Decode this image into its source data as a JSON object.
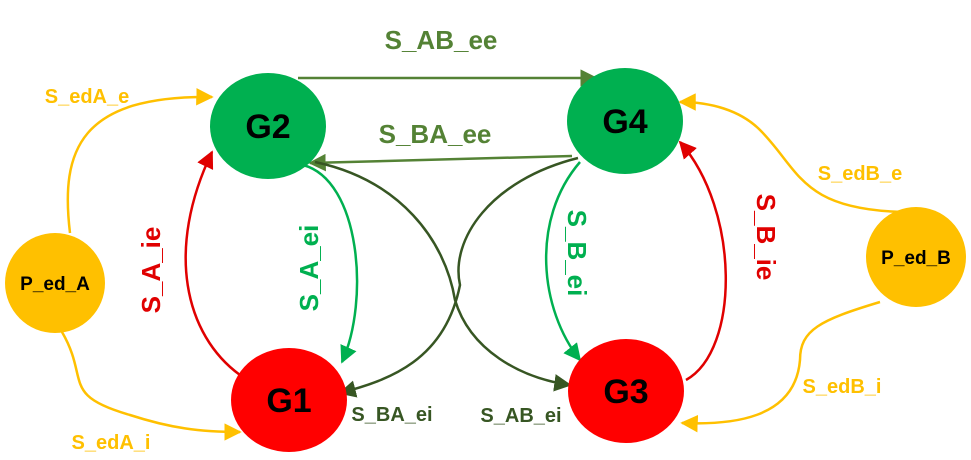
{
  "colors": {
    "green_node": "#00b050",
    "red_node": "#ff0000",
    "orange_node": "#ffc000",
    "edge_olive": "#548235",
    "edge_darkgreen": "#375623",
    "edge_green": "#00b050",
    "edge_red": "#e00000",
    "edge_orange": "#ffc000"
  },
  "nodes": {
    "g1": "G1",
    "g2": "G2",
    "g3": "G3",
    "g4": "G4",
    "ped_a": "P_ed_A",
    "ped_b": "P_ed_B"
  },
  "edges": {
    "s_ab_ee": "S_AB_ee",
    "s_ba_ee": "S_BA_ee",
    "s_eda_e": "S_edA_e",
    "s_eda_i": "S_edA_i",
    "s_edb_e": "S_edB_e",
    "s_edb_i": "S_edB_i",
    "s_a_ie": "S_A_ie",
    "s_a_ei": "S_A_ei",
    "s_b_ei": "S_B_ei",
    "s_b_ie": "S_B_ie",
    "s_ba_ei": "S_BA_ei",
    "s_ab_ei": "S_AB_ei"
  }
}
